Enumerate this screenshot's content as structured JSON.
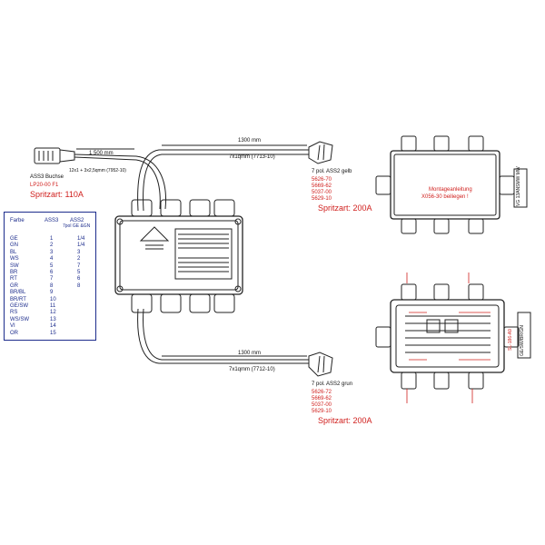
{
  "cable_top_length": "1 500 mm",
  "plug_buchse": {
    "label": "ASS3 Buchse",
    "cable": "12x1 + 3x2,5qmm (7952-10)",
    "part": "LP20-00 F1",
    "spritzart": "Spritzart: 110A"
  },
  "top_branch": {
    "length": "1300 mm",
    "cable": "7x1qmm (7713-10)",
    "plug": "7 pol. ASS2 gelb",
    "parts": [
      "5626-70",
      "5669-62",
      "5037-00",
      "5629-10"
    ],
    "spritzart": "Spritzart: 200A"
  },
  "bottom_branch": {
    "length": "1300 mm",
    "cable": "7x1qmm (7712-10)",
    "plug": "7 pol. ASS2 grun",
    "parts": [
      "5626-72",
      "5669-62",
      "5037-00",
      "5629-10"
    ],
    "spritzart": "Spritzart: 200A"
  },
  "legend": {
    "col1": "Farbe",
    "col2": "ASS3",
    "col3": "ASS2",
    "col3b": "7pol GE &GN",
    "rows": [
      {
        "c": "GE",
        "a": "1",
        "b": "1/4"
      },
      {
        "c": "GN",
        "a": "2",
        "b": "1/4"
      },
      {
        "c": "BL",
        "a": "3",
        "b": "3"
      },
      {
        "c": "WS",
        "a": "4",
        "b": "2"
      },
      {
        "c": "SW",
        "a": "5",
        "b": "7"
      },
      {
        "c": "BR",
        "a": "6",
        "b": "5"
      },
      {
        "c": "RT",
        "a": "7",
        "b": "6"
      },
      {
        "c": "GR",
        "a": "8",
        "b": "8"
      },
      {
        "c": "BR/BL",
        "a": "9",
        "b": ""
      },
      {
        "c": "BR/RT",
        "a": "10",
        "b": ""
      },
      {
        "c": "GE/SW",
        "a": "11",
        "b": ""
      },
      {
        "c": "RS",
        "a": "12",
        "b": ""
      },
      {
        "c": "WS/SW",
        "a": "13",
        "b": ""
      },
      {
        "c": "VI",
        "a": "14",
        "b": ""
      },
      {
        "c": "OR",
        "a": "15",
        "b": ""
      }
    ]
  },
  "top_view": {
    "note_line1": "Montageanleitung",
    "note_line2": "X056-30 beiliegen !",
    "side_label": "VG 13ANSMW MW"
  },
  "open_view": {
    "side_label_a": "SL-186-A9",
    "side_label_b": "GE/SW/BR/GN"
  }
}
